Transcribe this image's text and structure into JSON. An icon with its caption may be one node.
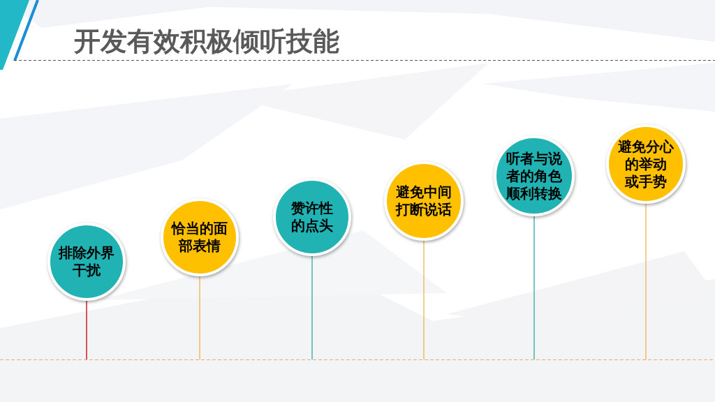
{
  "diagram": {
    "title": "开发有效积极倾听技能",
    "nodes": [
      {
        "text": [
          "排除外界干扰"
        ]
      },
      {
        "text": [
          "恰当的面部表情"
        ]
      },
      {
        "text": [
          "赞许性的点头"
        ]
      },
      {
        "text": [
          "避免中间打断说话"
        ]
      },
      {
        "text": [
          "听者与说者的角色顺利转换"
        ]
      },
      {
        "text": [
          "避免分心的举动或手势"
        ]
      }
    ]
  }
}
